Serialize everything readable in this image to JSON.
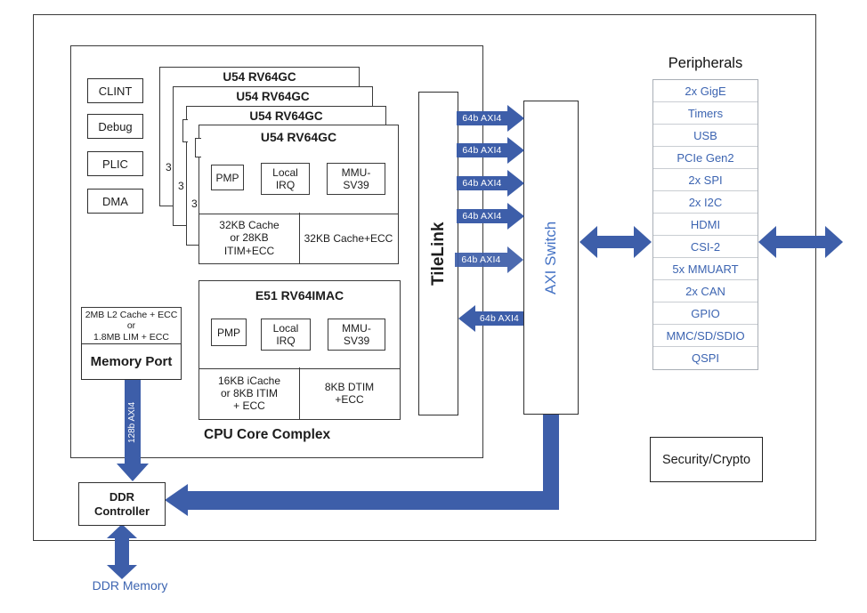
{
  "diagram": {
    "side_blocks": [
      "CLINT",
      "Debug",
      "PLIC",
      "DMA"
    ],
    "u54_stack": {
      "back_titles": [
        "U54 RV64GC",
        "U54 RV64GC",
        "U54 RV64GC"
      ],
      "fragments": [
        "3",
        "3",
        "3"
      ],
      "front": {
        "title": "U54 RV64GC",
        "pmp": "PMP",
        "local_irq": "Local\nIRQ",
        "mmu": "MMU-\nSV39",
        "cache_left": "32KB Cache\nor 28KB\nITIM+ECC",
        "cache_right": "32KB Cache+ECC"
      }
    },
    "e51": {
      "title": "E51 RV64IMAC",
      "pmp": "PMP",
      "local_irq": "Local\nIRQ",
      "mmu": "MMU-\nSV39",
      "cache_left": "16KB iCache\nor 8KB ITIM\n+ ECC",
      "cache_right": "8KB DTIM\n+ECC"
    },
    "l2_block": "2MB L2 Cache + ECC\nor\n1.8MB LIM + ECC",
    "memory_port": "Memory Port",
    "cpu_complex_label": "CPU Core Complex",
    "tilelink": "TileLink",
    "axi_switch": "AXI Switch",
    "buses": {
      "axi128": "128b AXI4",
      "right_arrows": [
        "64b AXI4",
        "64b AXI4",
        "64b AXI4",
        "64b AXI4",
        "64b AXI4"
      ],
      "left_arrow": "64b AXI4"
    },
    "peripherals": {
      "title": "Peripherals",
      "items": [
        "2x GigE",
        "Timers",
        "USB",
        "PCIe Gen2",
        "2x SPI",
        "2x I2C",
        "HDMI",
        "CSI-2",
        "5x MMUART",
        "2x CAN",
        "GPIO",
        "MMC/SD/SDIO",
        "QSPI"
      ]
    },
    "security": "Security/Crypto",
    "ddr_controller": "DDR\nController",
    "ddr_memory": "DDR Memory",
    "colors": {
      "arrow_blue": "#3d5ea9",
      "text_blue": "#3c64b1"
    }
  }
}
